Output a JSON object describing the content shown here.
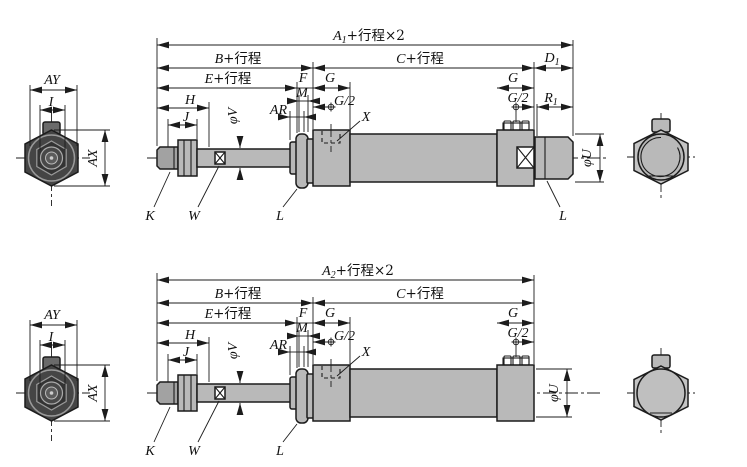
{
  "figure": {
    "kind": "pneumatic-cylinder-dimension-drawing",
    "views": [
      "top-cylinder-with-rear-cap",
      "bottom-cylinder-plain-rear"
    ]
  },
  "colors": {
    "background": "#ffffff",
    "line": "#1c1c1c",
    "body_fill": "#b9b9b9",
    "body_fill_light": "#c4c4c4",
    "dark_fill": "#a2a2a2",
    "hex_dark_fill": "#454545"
  },
  "dims": {
    "top": {
      "total": {
        "base": "A",
        "sub": "1",
        "suffix": "+行程×2"
      },
      "cap_width": {
        "base": "D",
        "sub": "1"
      },
      "cap_thread": {
        "base": "R",
        "sub": "1"
      },
      "rear_nut": "L"
    },
    "bottom": {
      "total": {
        "base": "A",
        "sub": "2",
        "suffix": "+行程×2"
      }
    },
    "shared": {
      "b": {
        "base": "B",
        "suffix": "+行程"
      },
      "c": {
        "base": "C",
        "suffix": "+行程"
      },
      "e": {
        "base": "E",
        "suffix": "+行程"
      },
      "f": "F",
      "g": "G",
      "g_half": "G/2",
      "m": "M",
      "ar": "AR",
      "port": "X",
      "h": "H",
      "j": "J",
      "rod_dia": "φV",
      "body_dia": "φU",
      "rod_thread": "K",
      "wrench_flat": "W",
      "mount_nut": "L",
      "ay": "AY",
      "i": "I",
      "ax": "AX"
    }
  }
}
